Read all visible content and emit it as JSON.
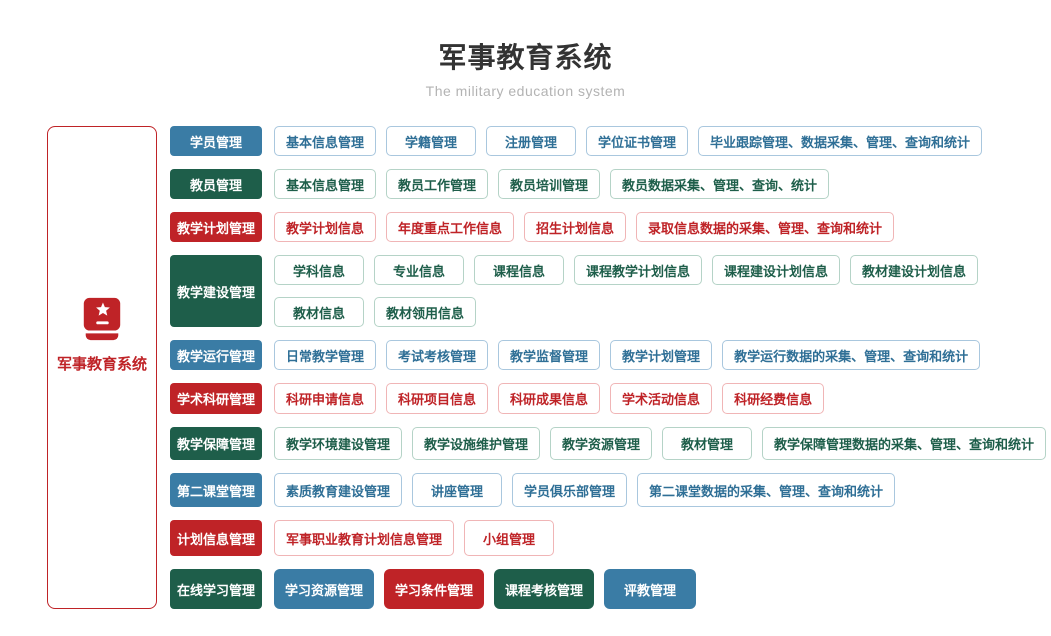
{
  "header": {
    "title": "军事教育系统",
    "subtitle": "The military education system"
  },
  "root": {
    "label": "军事教育系统",
    "icon": "book-star-icon"
  },
  "palette": {
    "blue": {
      "solid": "#3a7ca5",
      "text": "#2f6f96",
      "border": "#a9c7de"
    },
    "green": {
      "solid": "#1e5e4a",
      "text": "#1e5e4a",
      "border": "#b5d3c7"
    },
    "red": {
      "solid": "#bf2327",
      "text": "#bf2327",
      "border": "#f0b5b6"
    }
  },
  "rows": [
    {
      "category": "学员管理",
      "color": "blue",
      "lines": [
        [
          {
            "label": "基本信息管理"
          },
          {
            "label": "学籍管理"
          },
          {
            "label": "注册管理"
          },
          {
            "label": "学位证书管理"
          },
          {
            "label": "毕业跟踪管理、数据采集、管理、查询和统计"
          }
        ]
      ]
    },
    {
      "category": "教员管理",
      "color": "green",
      "lines": [
        [
          {
            "label": "基本信息管理"
          },
          {
            "label": "教员工作管理"
          },
          {
            "label": "教员培训管理"
          },
          {
            "label": "教员数据采集、管理、查询、统计"
          }
        ]
      ]
    },
    {
      "category": "教学计划管理",
      "color": "red",
      "lines": [
        [
          {
            "label": "教学计划信息"
          },
          {
            "label": "年度重点工作信息"
          },
          {
            "label": "招生计划信息"
          },
          {
            "label": "录取信息数据的采集、管理、查询和统计"
          }
        ]
      ]
    },
    {
      "category": "教学建设管理",
      "color": "green",
      "lines": [
        [
          {
            "label": "学科信息"
          },
          {
            "label": "专业信息"
          },
          {
            "label": "课程信息"
          },
          {
            "label": "课程教学计划信息"
          },
          {
            "label": "课程建设计划信息"
          },
          {
            "label": "教材建设计划信息"
          }
        ],
        [
          {
            "label": "教材信息"
          },
          {
            "label": "教材领用信息"
          }
        ]
      ]
    },
    {
      "category": "教学运行管理",
      "color": "blue",
      "lines": [
        [
          {
            "label": "日常教学管理"
          },
          {
            "label": "考试考核管理"
          },
          {
            "label": "教学监督管理"
          },
          {
            "label": "教学计划管理"
          },
          {
            "label": "教学运行数据的采集、管理、查询和统计"
          }
        ]
      ]
    },
    {
      "category": "学术科研管理",
      "color": "red",
      "lines": [
        [
          {
            "label": "科研申请信息"
          },
          {
            "label": "科研项目信息"
          },
          {
            "label": "科研成果信息"
          },
          {
            "label": "学术活动信息"
          },
          {
            "label": "科研经费信息"
          }
        ]
      ]
    },
    {
      "category": "教学保障管理",
      "color": "green",
      "lines": [
        [
          {
            "label": "教学环境建设管理"
          },
          {
            "label": "教学设施维护管理"
          },
          {
            "label": "教学资源管理"
          },
          {
            "label": "教材管理"
          },
          {
            "label": "教学保障管理数据的采集、管理、查询和统计"
          }
        ]
      ]
    },
    {
      "category": "第二课堂管理",
      "color": "blue",
      "lines": [
        [
          {
            "label": "素质教育建设管理"
          },
          {
            "label": "讲座管理"
          },
          {
            "label": "学员俱乐部管理"
          },
          {
            "label": "第二课堂数据的采集、管理、查询和统计"
          }
        ]
      ]
    },
    {
      "category": "计划信息管理",
      "color": "red",
      "lines": [
        [
          {
            "label": "军事职业教育计划信息管理"
          },
          {
            "label": "小组管理"
          }
        ]
      ]
    },
    {
      "category": "在线学习管理",
      "color": "green",
      "lines": [
        [
          {
            "label": "学习资源管理",
            "variant": "solid",
            "color": "blue"
          },
          {
            "label": "学习条件管理",
            "variant": "solid",
            "color": "red"
          },
          {
            "label": "课程考核管理",
            "variant": "solid",
            "color": "green"
          },
          {
            "label": "评教管理",
            "variant": "solid",
            "color": "blue"
          }
        ]
      ]
    }
  ]
}
